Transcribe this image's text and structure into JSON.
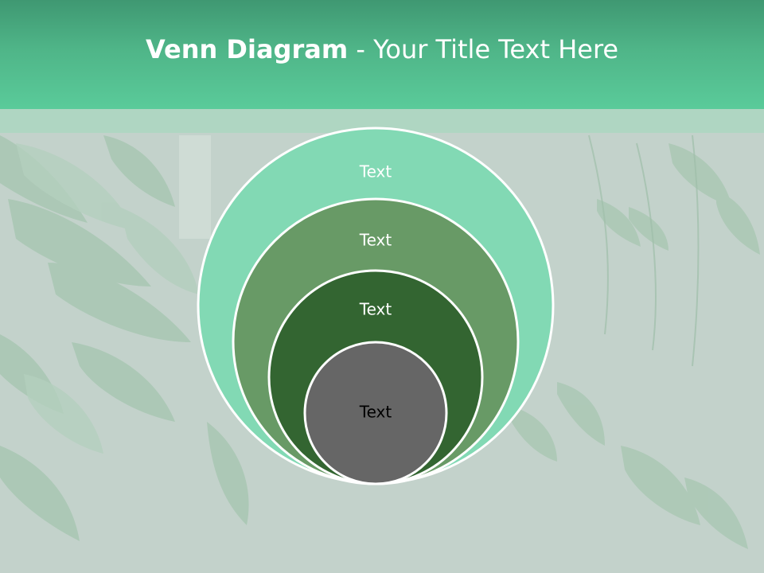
{
  "slide": {
    "title_bold": "Venn Diagram",
    "title_rest": " - Your Title Text Here"
  },
  "diagram": {
    "circles": [
      {
        "label": "Text",
        "fill": "#82d9b4",
        "label_color": "#ffffff"
      },
      {
        "label": "Text",
        "fill": "#689a66",
        "label_color": "#ffffff"
      },
      {
        "label": "Text",
        "fill": "#336531",
        "label_color": "#ffffff"
      },
      {
        "label": "Text",
        "fill": "#666666",
        "label_color": "#000000"
      }
    ]
  },
  "colors": {
    "title_bar": "#4fb588",
    "background": "#c5d3cc",
    "circle_outline": "#ffffff"
  }
}
